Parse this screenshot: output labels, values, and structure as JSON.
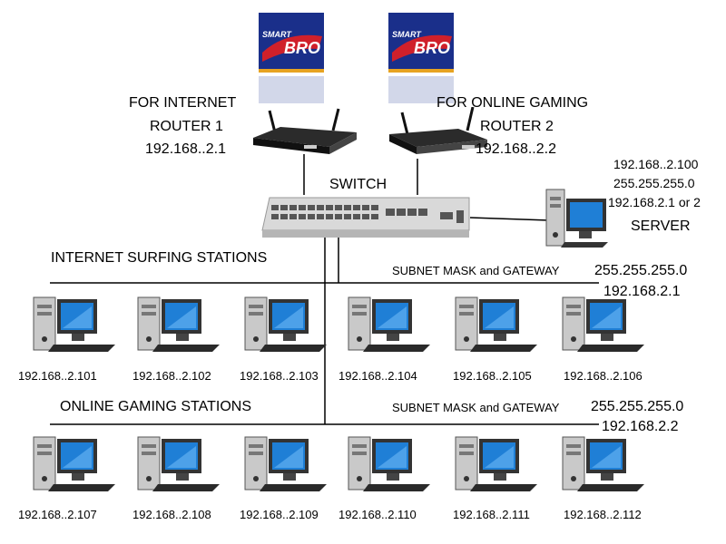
{
  "logo1": {
    "brand": "SMART",
    "text": "BRO"
  },
  "logo2": {
    "brand": "SMART",
    "text": "BRO"
  },
  "router1": {
    "purpose": "FOR INTERNET",
    "name": "ROUTER 1",
    "ip": "192.168..2.1"
  },
  "router2": {
    "purpose": "FOR ONLINE GAMING",
    "name": "ROUTER 2",
    "ip": "192.168..2.2"
  },
  "switch": {
    "label": "SWITCH"
  },
  "server": {
    "ip": "192.168..2.100",
    "mask": "255.255.255.0",
    "gateway": "192.168.2.1 or 2",
    "label": "SERVER"
  },
  "internet_group": {
    "title": "INTERNET SURFING STATIONS",
    "subnet_label": "SUBNET MASK and GATEWAY",
    "mask": "255.255.255.0",
    "gateway": "192.168.2.1",
    "stations": [
      "192.168..2.101",
      "192.168..2.102",
      "192.168..2.103",
      "192.168..2.104",
      "192.168..2.105",
      "192.168..2.106"
    ]
  },
  "gaming_group": {
    "title": "ONLINE GAMING STATIONS",
    "subnet_label": "SUBNET MASK and GATEWAY",
    "mask": "255.255.255.0",
    "gateway": "192.168.2.2",
    "stations": [
      "192.168..2.107",
      "192.168..2.108",
      "192.168..2.109",
      "192.168..2.110",
      "192.168..2.111",
      "192.168..2.112"
    ]
  },
  "colors": {
    "logo_bg": "#1a2f8a",
    "logo_red": "#d0202a",
    "screen": "#1f7fd6",
    "tower": "#c9c9c9",
    "switch": "#d9d9d9"
  }
}
